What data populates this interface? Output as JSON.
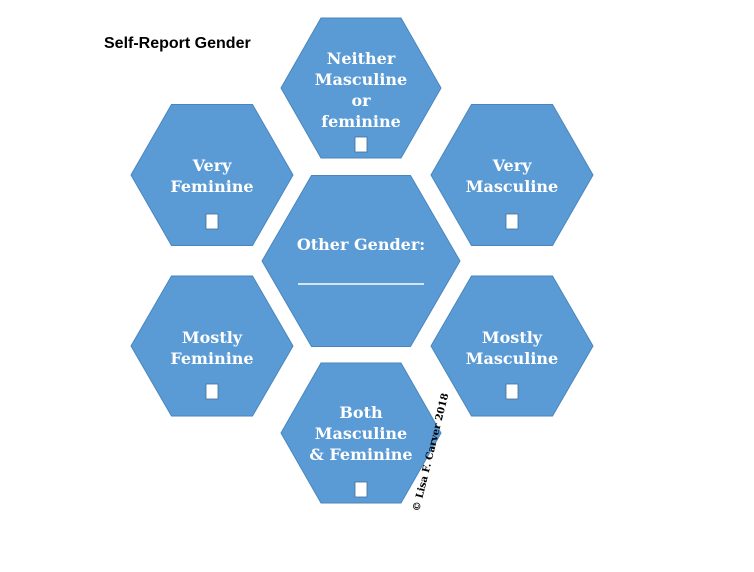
{
  "title": "Self-Report Gender",
  "colors": {
    "hex_fill": "#5b9bd5",
    "hex_stroke": "#4a86be",
    "text": "#ffffff",
    "checkbox": "#ffffff"
  },
  "options": [
    {
      "id": "neither",
      "lines": [
        "Neither",
        "Masculine",
        "or",
        "feminine"
      ],
      "has_checkbox": true
    },
    {
      "id": "very-feminine",
      "lines": [
        "Very",
        "Feminine"
      ],
      "has_checkbox": true
    },
    {
      "id": "very-masculine",
      "lines": [
        "Very",
        "Masculine"
      ],
      "has_checkbox": true
    },
    {
      "id": "other-gender",
      "lines": [
        "Other Gender:"
      ],
      "has_checkbox": false,
      "has_blank_line": true
    },
    {
      "id": "mostly-feminine",
      "lines": [
        "Mostly",
        "Feminine"
      ],
      "has_checkbox": true
    },
    {
      "id": "mostly-masculine",
      "lines": [
        "Mostly",
        "Masculine"
      ],
      "has_checkbox": true
    },
    {
      "id": "both",
      "lines": [
        "Both",
        "Masculine",
        "& Feminine"
      ],
      "has_checkbox": true
    }
  ],
  "copyright": "© Lisa F. Carver 2018"
}
